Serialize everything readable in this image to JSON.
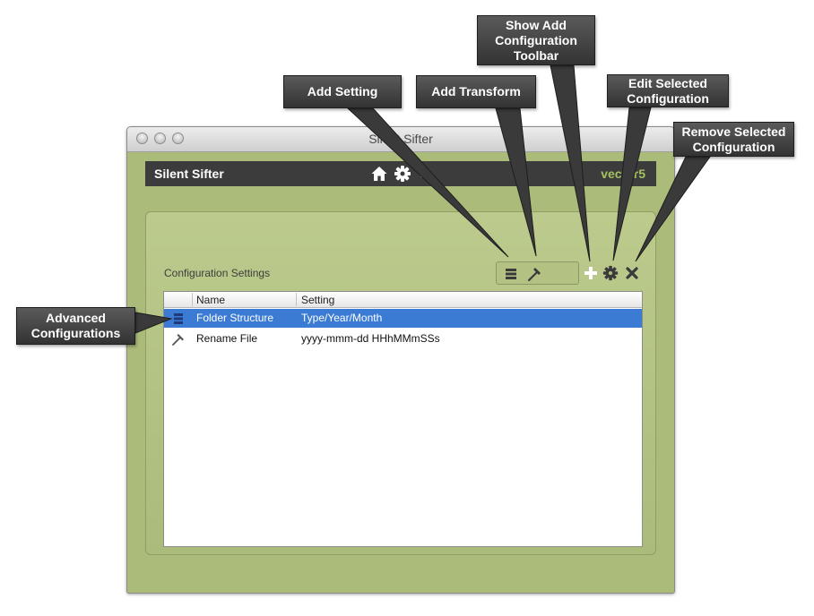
{
  "window": {
    "title": "Silent Sifter"
  },
  "appbar": {
    "name": "Silent Sifter",
    "icons": [
      "home-icon",
      "gear-icon"
    ],
    "dot": ".",
    "user": "vector5"
  },
  "section": {
    "label": "Configuration Settings"
  },
  "toolbar": {
    "segment_icons": [
      "list-icon",
      "hammer-icon"
    ],
    "actions": [
      "plus-icon",
      "gear-icon",
      "close-icon"
    ]
  },
  "table": {
    "headers": [
      "Name",
      "Setting"
    ],
    "rows": [
      {
        "icon": "list-icon",
        "name": "Folder Structure",
        "setting": "Type/Year/Month",
        "selected": true
      },
      {
        "icon": "hammer-icon",
        "name": "Rename File",
        "setting": "yyyy-mmm-dd HHhMMmSSs",
        "selected": false
      }
    ]
  },
  "callouts": {
    "add_setting": "Add Setting",
    "add_transform": "Add Transform",
    "show_add_toolbar": [
      "Show Add",
      "Configuration",
      "Toolbar"
    ],
    "edit_selected": [
      "Edit Selected",
      "Configuration"
    ],
    "remove_selected": [
      "Remove Selected",
      "Configuration"
    ],
    "advanced": [
      "Advanced",
      "Configurations"
    ]
  },
  "colors": {
    "window_green": "#aabb7a",
    "appbar_dark": "#3c3c3c",
    "user_green": "#a6c060",
    "selection_blue": "#3b7bd4",
    "callout_dark": "#333333"
  }
}
